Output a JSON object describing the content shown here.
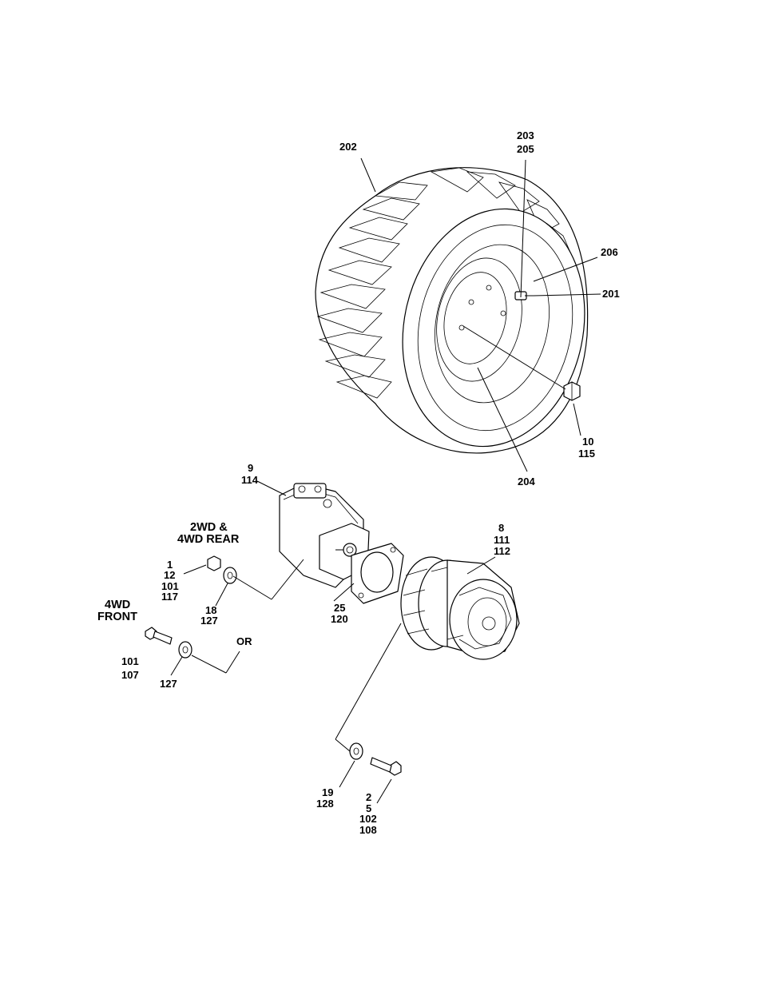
{
  "callouts": {
    "c202": "202",
    "c203": "203",
    "c205": "205",
    "c206": "206",
    "c201": "201",
    "c10": "10",
    "c115": "115",
    "c204": "204",
    "c9": "9",
    "c114": "114",
    "c8": "8",
    "c111": "111",
    "c112": "112",
    "c1": "1",
    "c12": "12",
    "c101a": "101",
    "c117": "117",
    "c18": "18",
    "c127a": "127",
    "c25": "25",
    "c120": "120",
    "c101b": "101",
    "c107": "107",
    "c127b": "127",
    "c19": "19",
    "c128": "128",
    "c2": "2",
    "c5": "5",
    "c102": "102",
    "c108": "108"
  },
  "notes": {
    "twowd_line1": "2WD &",
    "twowd_line2": "4WD REAR",
    "fourwd_line1": "4WD",
    "fourwd_line2": "FRONT",
    "or": "OR"
  }
}
